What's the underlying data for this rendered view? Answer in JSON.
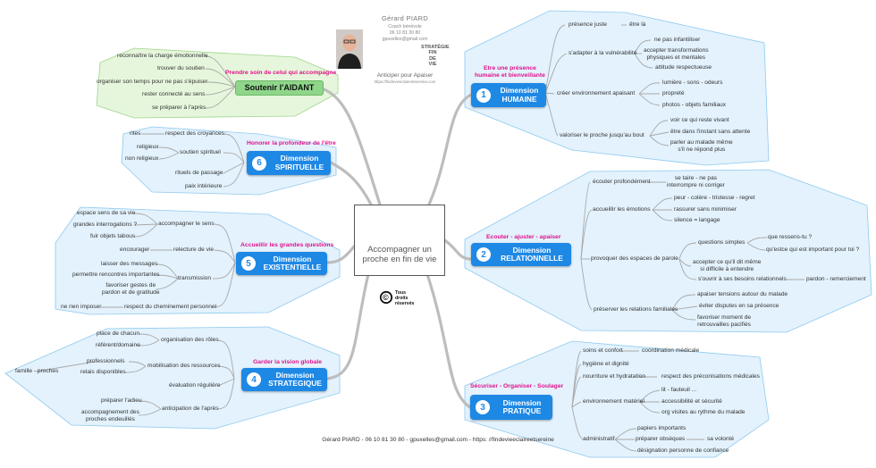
{
  "center": {
    "title_lines": [
      "Accompagner un",
      "proche en fin de vie"
    ]
  },
  "card": {
    "name": "Gérard  PIARD",
    "lines": [
      "Coach bénévole",
      "06 10 81 30 80",
      "gpuxelles@gmail.com"
    ],
    "logo_text": [
      "STRATÉGIE",
      "FIN",
      "DE",
      "VIE"
    ],
    "tagline": "Anticiper pour Apaiser",
    "url": "https://findevieeclaireetsereine.com"
  },
  "copyright": {
    "symbol": "©",
    "lines": [
      "Tous",
      "droits",
      "réservés"
    ]
  },
  "footer": "Gérard PIARD - 06 10 81 30 80 - gpuxelles@gmail.com - https: //findevieeclaireetsereine",
  "aidant": {
    "subtitle": "Prendre soin de celui qui accompagne",
    "label": "Soutenir l'AIDANT",
    "items": [
      "reconnaître la charge émotionnelle",
      "trouver du soutien",
      "organiser son temps pour ne pas s'épuiser",
      "rester connecté au sens",
      "se préparer à l'après"
    ]
  },
  "dimensions": {
    "d1": {
      "num": "1",
      "label_lines": [
        "Dimension",
        "HUMAINE"
      ],
      "subtitle_lines": [
        "Etre une présence",
        "humaine et bienveillante"
      ],
      "branches": [
        {
          "label": "présence juste",
          "leaves": [
            [
              "être là"
            ]
          ]
        },
        {
          "label": "s'adapter à la vulnérabilité",
          "leaves": [
            [
              "ne pas infantiliser"
            ],
            [
              "accepter transformations",
              "physiques et mentales"
            ],
            [
              "attitude respectueuse"
            ]
          ]
        },
        {
          "label": "créer environnement apaisant",
          "leaves": [
            [
              "lumière - sons - odeurs"
            ],
            [
              "propreté"
            ],
            [
              "photos - objets familiaux"
            ]
          ]
        },
        {
          "label": "valoriser le proche jusqu'au bout",
          "leaves": [
            [
              "voir ce qui reste vivant"
            ],
            [
              "être dans l'instant sans attente"
            ],
            [
              "parler au malade même",
              "s'il ne répond plus"
            ]
          ]
        }
      ]
    },
    "d2": {
      "num": "2",
      "label_lines": [
        "Dimension",
        "RELATIONNELLE"
      ],
      "subtitle_lines": [
        "Ecouter - ajuster - apaiser"
      ],
      "branches": [
        {
          "label": "écouter profondément",
          "leaves": [
            [
              "se taire - ne pas",
              "interrompre ni corriger"
            ]
          ]
        },
        {
          "label": "accueillir les émotions",
          "leaves": [
            [
              "peur - colère - tristesse - regret"
            ],
            [
              "rassurer sans minimiser"
            ],
            [
              "silence = langage"
            ]
          ]
        },
        {
          "label": "provoquer des espaces de parole",
          "leaves": [
            [
              "questions simples"
            ],
            [
              "accepter ce qu'il dit même",
              "si difficile à entendre"
            ],
            [
              "s'ouvrir à ses besoins relationnels"
            ]
          ],
          "subleaves": [
            [
              "que ressens-tu ?"
            ],
            [
              "qu'estce qui est important pour toi ?"
            ],
            [
              "pardon - remerciement"
            ]
          ]
        },
        {
          "label": "préserver les relations familiales",
          "leaves": [
            [
              "apaiser tensions autour du malade"
            ],
            [
              "éviter disputes en sa présence"
            ],
            [
              "favoriser moment de",
              "retrouvailles pacifiés"
            ]
          ]
        }
      ]
    },
    "d3": {
      "num": "3",
      "label_lines": [
        "Dimension",
        "PRATIQUE"
      ],
      "subtitle_lines": [
        "Sécuriser - Organiser - Soulager"
      ],
      "branches": [
        {
          "label": "soins et confort",
          "leaves": [
            [
              "coordination médicale"
            ]
          ]
        },
        {
          "label": "hygiène et dignité",
          "leaves": []
        },
        {
          "label": "nourriture et hydratation",
          "leaves": [
            [
              "respect des préconisations médicales"
            ]
          ]
        },
        {
          "label": "environnement matériel",
          "leaves": [
            [
              "lit - fauteuil ..."
            ],
            [
              "accessibilité et sécurité"
            ],
            [
              "org visites au rythme du malade"
            ]
          ]
        },
        {
          "label": "administratif",
          "leaves": [
            [
              "papiers importants"
            ],
            [
              "préparer obsèques"
            ],
            [
              "désignation personne de confiance"
            ]
          ],
          "subleaves": [
            [
              "sa volonté"
            ]
          ]
        }
      ]
    },
    "d4": {
      "num": "4",
      "label_lines": [
        "Dimension",
        "STRATEGIQUE"
      ],
      "subtitle_lines": [
        "Garder la vision globale"
      ],
      "branches": [
        {
          "label": "organisation des rôles",
          "leaves": [
            [
              "place de chacun"
            ],
            [
              "référent/domaine"
            ]
          ]
        },
        {
          "label": "mobilisation des ressources",
          "leaves": [
            [
              "professionnels"
            ],
            [
              "relais disponibles"
            ]
          ],
          "subleaves": [
            [
              "famille - proches"
            ]
          ]
        },
        {
          "label": "évaluation régulière",
          "leaves": []
        },
        {
          "label": "anticipation de l'après",
          "leaves": [
            [
              "préparer l'adieu"
            ],
            [
              "accompagnement des",
              "proches endeuillés"
            ]
          ]
        }
      ]
    },
    "d5": {
      "num": "5",
      "label_lines": [
        "Dimension",
        "EXISTENTIELLE"
      ],
      "subtitle_lines": [
        "Accueillir les grandes questions"
      ],
      "branches": [
        {
          "label": "accompagner le sens",
          "leaves": [
            [
              "espace sens de sa vie"
            ],
            [
              "grandes interrogations ?"
            ],
            [
              "fuir objets tabous"
            ]
          ]
        },
        {
          "label": "relecture de vie",
          "leaves": [
            [
              "encourager"
            ]
          ]
        },
        {
          "label": "transmission",
          "leaves": [
            [
              "laisser des messages"
            ],
            [
              "permettre rencontres importantes"
            ],
            [
              "favoriser gestes de",
              "pardon et de gratitude"
            ]
          ]
        },
        {
          "label": "respect du cheminement personnel",
          "leaves": [
            [
              "ne rien imposer"
            ]
          ]
        }
      ]
    },
    "d6": {
      "num": "6",
      "label_lines": [
        "Dimension",
        "SPIRITUELLE"
      ],
      "subtitle_lines": [
        "Honorer la profondeur de l'être"
      ],
      "branches": [
        {
          "label": "respect des croyances",
          "leaves": [
            [
              "rites"
            ]
          ]
        },
        {
          "label": "soutien spirituel",
          "leaves": [
            [
              "religieux"
            ],
            [
              "non religieux"
            ]
          ]
        },
        {
          "label": "rituels de passage",
          "leaves": []
        },
        {
          "label": "paix intérieure",
          "leaves": []
        }
      ]
    }
  },
  "colors": {
    "dimension_box": "#1e88e5",
    "subtitle": "#e3128b",
    "blue_zone": "#e3f2fd",
    "green_zone": "#e6f6dc",
    "heart": "#e53935",
    "branch": "#b9b9b9"
  }
}
